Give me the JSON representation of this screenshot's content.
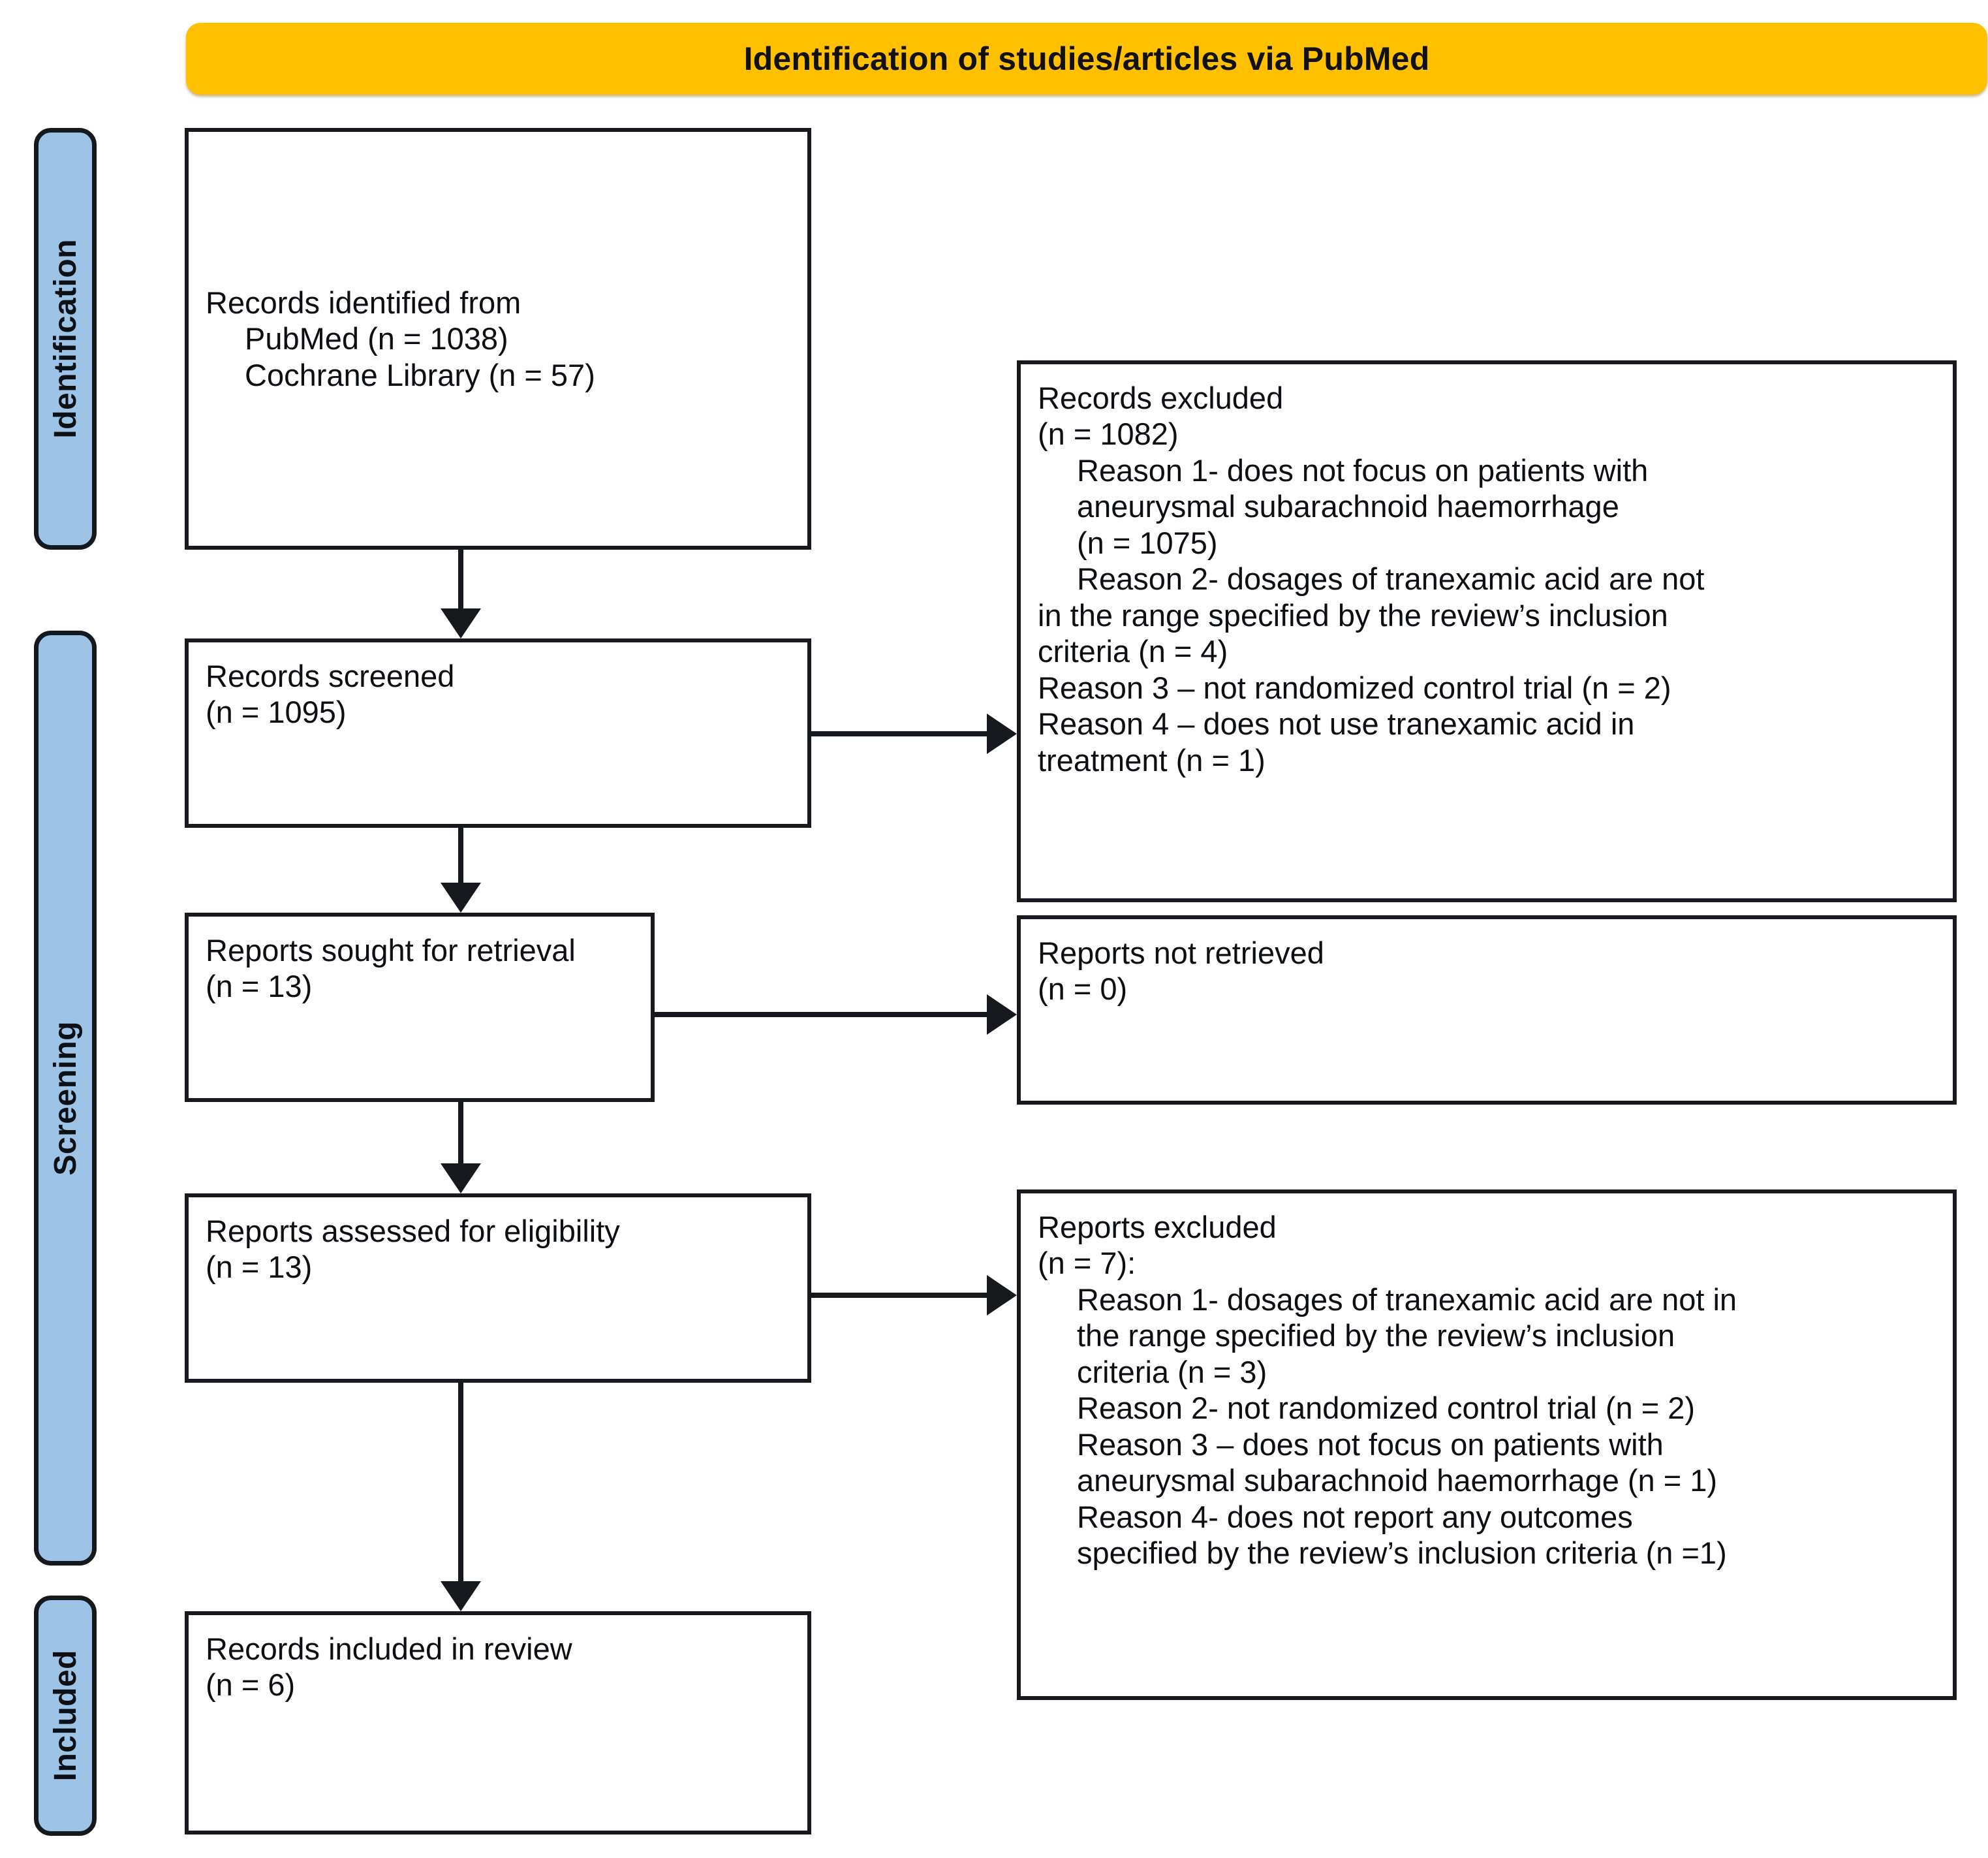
{
  "header": {
    "title": "Identification of studies/articles via PubMed",
    "background_color": "#FFC000"
  },
  "phases": {
    "accent_color": "#9DC3E6",
    "identification": "Identification",
    "screening": "Screening",
    "included": "Included"
  },
  "boxes": {
    "identified": {
      "lines": [
        "Records identified from",
        "PubMed (n = 1038)",
        "Cochrane Library (n = 57)"
      ]
    },
    "screened": {
      "lines": [
        "Records screened",
        "(n = 1095)"
      ]
    },
    "records_excluded": {
      "lines": [
        "Records excluded",
        "(n = 1082)",
        "Reason 1- does not focus on patients with",
        "aneurysmal subarachnoid haemorrhage",
        "(n = 1075)",
        "Reason 2- dosages of tranexamic acid are not",
        "in the range specified by the review’s inclusion",
        "criteria (n = 4)",
        "Reason 3 – not randomized control trial (n = 2)",
        "Reason 4 – does not use tranexamic acid in",
        "treatment (n = 1)"
      ]
    },
    "sought": {
      "lines": [
        "Reports sought for retrieval",
        "(n = 13)"
      ]
    },
    "not_retrieved": {
      "lines": [
        "Reports not retrieved",
        "(n = 0)"
      ]
    },
    "assessed": {
      "lines": [
        "Reports assessed for eligibility",
        "(n = 13)"
      ]
    },
    "reports_excluded": {
      "lines": [
        "Reports excluded",
        "(n = 7):",
        "Reason 1- dosages of tranexamic acid are not in",
        "the range specified by the review’s inclusion",
        "criteria (n = 3)",
        "Reason 2- not randomized control trial (n = 2)",
        "Reason 3 – does not focus on patients with",
        "aneurysmal subarachnoid haemorrhage (n = 1)",
        "Reason 4- does not report any outcomes",
        "specified by the review’s inclusion criteria (n =1)"
      ]
    },
    "included": {
      "lines": [
        "Records included in review",
        "(n = 6)"
      ]
    }
  }
}
